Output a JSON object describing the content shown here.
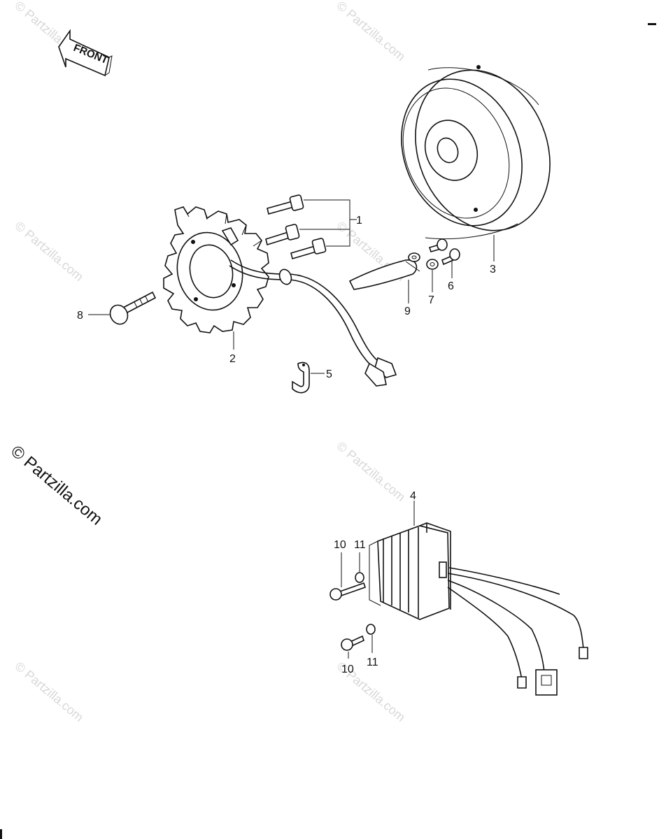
{
  "front_label": "FRONT",
  "watermark": {
    "large": "© Partzilla.com",
    "small": "© Partzilla.com"
  },
  "callouts": [
    "1",
    "2",
    "3",
    "4",
    "5",
    "6",
    "7",
    "8",
    "9",
    "10",
    "11",
    "10",
    "11"
  ],
  "colors": {
    "ink": "#111111",
    "watermark": "#d8d8d8",
    "background": "#ffffff"
  }
}
